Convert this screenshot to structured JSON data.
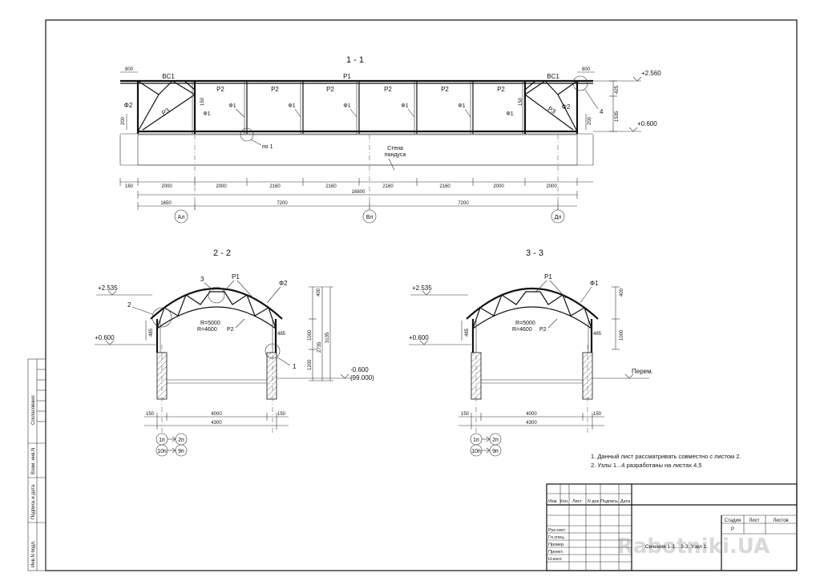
{
  "section_1": {
    "title": "1 - 1",
    "elevation_top": "+2.560",
    "elevation_bottom": "+0.600",
    "labels": {
      "top_chord": "P1",
      "end_brace_left": "BC1",
      "end_brace_right": "BC1",
      "panel": "P2",
      "post": "Ф1",
      "end_post": "Ф2",
      "diagonal": "P3",
      "node_ref": "по 1",
      "node_4": "4",
      "wall_line1": "Стена",
      "wall_line2": "пандуса"
    },
    "dims": {
      "top_left": "800",
      "top_right": "800",
      "side_200_left": "200",
      "side_200_right": "200",
      "side_150_left": "150",
      "side_150_right": "150",
      "right_425": "425",
      "right_1535": "1535",
      "row1": [
        "160",
        "2000",
        "2000",
        "2160",
        "2160",
        "2160",
        "2160",
        "2000",
        "2000"
      ],
      "total": "16800",
      "row3": [
        "1650",
        "7200",
        "7200"
      ]
    },
    "axes": [
      "Ал",
      "Вл",
      "Дл"
    ]
  },
  "section_2": {
    "title": "2 - 2",
    "elevation_top": "+2.535",
    "elevation_bottom": "+0.600",
    "elevation_low": "-0.600",
    "elevation_low_abs": "(99.000)",
    "labels": {
      "node_2": "2",
      "node_3": "3",
      "chord": "P1",
      "post": "Ф2",
      "inner": "P2",
      "radius_outer": "R=5000",
      "radius_inner": "R=4600",
      "node_1": "1"
    },
    "dims": {
      "d400": "400",
      "d485_left": "485",
      "d485_right": "485",
      "d1000": "1000",
      "d1200": "1200",
      "d2735": "2735",
      "d3135": "3135",
      "d150_left": "150",
      "d150_right": "150",
      "d4000": "4000",
      "d4300": "4300"
    },
    "axes": [
      {
        "from": "1п",
        "to": "2п"
      },
      {
        "from": "10п",
        "to": "9п"
      }
    ]
  },
  "section_3": {
    "title": "3 - 3",
    "elevation_top": "+2.535",
    "elevation_bottom": "+0.600",
    "elevation_low": "Перем.",
    "labels": {
      "chord": "P1",
      "post": "Ф1",
      "inner": "P2",
      "radius_outer": "R=5000",
      "radius_inner": "R=4600"
    },
    "dims": {
      "d400": "400",
      "d485_left": "485",
      "d485_right": "485",
      "d1000": "1000",
      "d150_left": "150",
      "d150_right": "150",
      "d4000": "4000",
      "d4300": "4300"
    },
    "axes": [
      {
        "from": "1п",
        "to": "2п"
      },
      {
        "from": "10п",
        "to": "9п"
      }
    ]
  },
  "notes": [
    "1. Данный лист  рассматривать совместно  с листом 2.",
    "2. Узлы 1...4  разработаны на  листах 4,5"
  ],
  "side_stamp": [
    "Согласовано:",
    "Взам. инв.N",
    "Подпись и дата",
    "Инв.N подл."
  ],
  "title_block": {
    "header": [
      "Изм.",
      "Кол.",
      "Лист",
      "N док",
      "Подпись",
      "Дата"
    ],
    "roles": [
      "Рук.сект.",
      "Гл.спец.",
      "Провер.",
      "Проект.",
      "Н.конт."
    ],
    "stage_label": "Стадия",
    "sheet_label": "Лист",
    "sheets_label": "Листов",
    "stage_value": "Р",
    "sheet_title": "Сечения 1-1... 3-3. Узел 1."
  },
  "watermark": "Rabotniki.UA"
}
